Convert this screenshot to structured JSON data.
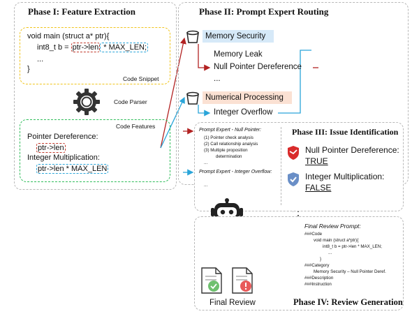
{
  "phase1": {
    "title": "Phase I: Feature Extraction",
    "snippet_line1": "void main (struct a* ptr){",
    "snippet_line2_prefix": "int8_t b = ",
    "snippet_line2_red": "ptr->len",
    "snippet_line2_blue": " * MAX_LEN;",
    "snippet_line3": "...",
    "snippet_line4": "}",
    "snippet_label": "Code Snippet",
    "parser_label": "Code Parser",
    "features_label": "Code Features",
    "feature1_title": "Pointer Dereference:",
    "feature1_value": "ptr->len",
    "feature2_title": "Integer Multiplication:",
    "feature2_value": "ptr->len * MAX_LEN"
  },
  "phase2": {
    "title": "Phase II: Prompt Expert Routing",
    "cat1": "Memory Security",
    "cat1_items": [
      "Memory Leak",
      "Null Pointer Dereference",
      "..."
    ],
    "cat2": "Numerical Processing",
    "cat2_item": "Integer Overflow"
  },
  "phase3": {
    "title": "Phase III: Issue Identification",
    "expert1_title": "Prompt Expert - Null Pointer:",
    "expert1_steps": [
      "(1)   Pointer check analysis",
      "(2)   Call relationship analysis",
      "(3)   Multiple proposition",
      "determination"
    ],
    "expert1_more": "...",
    "expert2_title": "Prompt Expert - Integer Overflow:",
    "expert2_more": "...",
    "issue1_name": "Null Pointer Dereference:",
    "issue1_value": "TRUE",
    "issue2_name": "Integer Multiplication:",
    "issue2_value": "FALSE"
  },
  "phase4": {
    "title": "Phase IV: Review Generation",
    "prompt_title": "Final Review Prompt:",
    "prompt_lines": [
      "###Code",
      "void main (struct a*ptr){",
      "int8_t b = ptr->len * MAX_LEN;",
      "...",
      "}",
      "###Category",
      "Memory Security – Null Pointer Deref.",
      "###Description",
      "###Instruction"
    ],
    "final_review_label": "Final Review"
  },
  "colors": {
    "snippet_border": "#f0c419",
    "features_border": "#2ebd59",
    "cat1_fill": "#d6e9f8",
    "cat2_fill": "#fbe1d3",
    "red_arrow": "#b22222",
    "blue_arrow": "#2aa5d9"
  }
}
